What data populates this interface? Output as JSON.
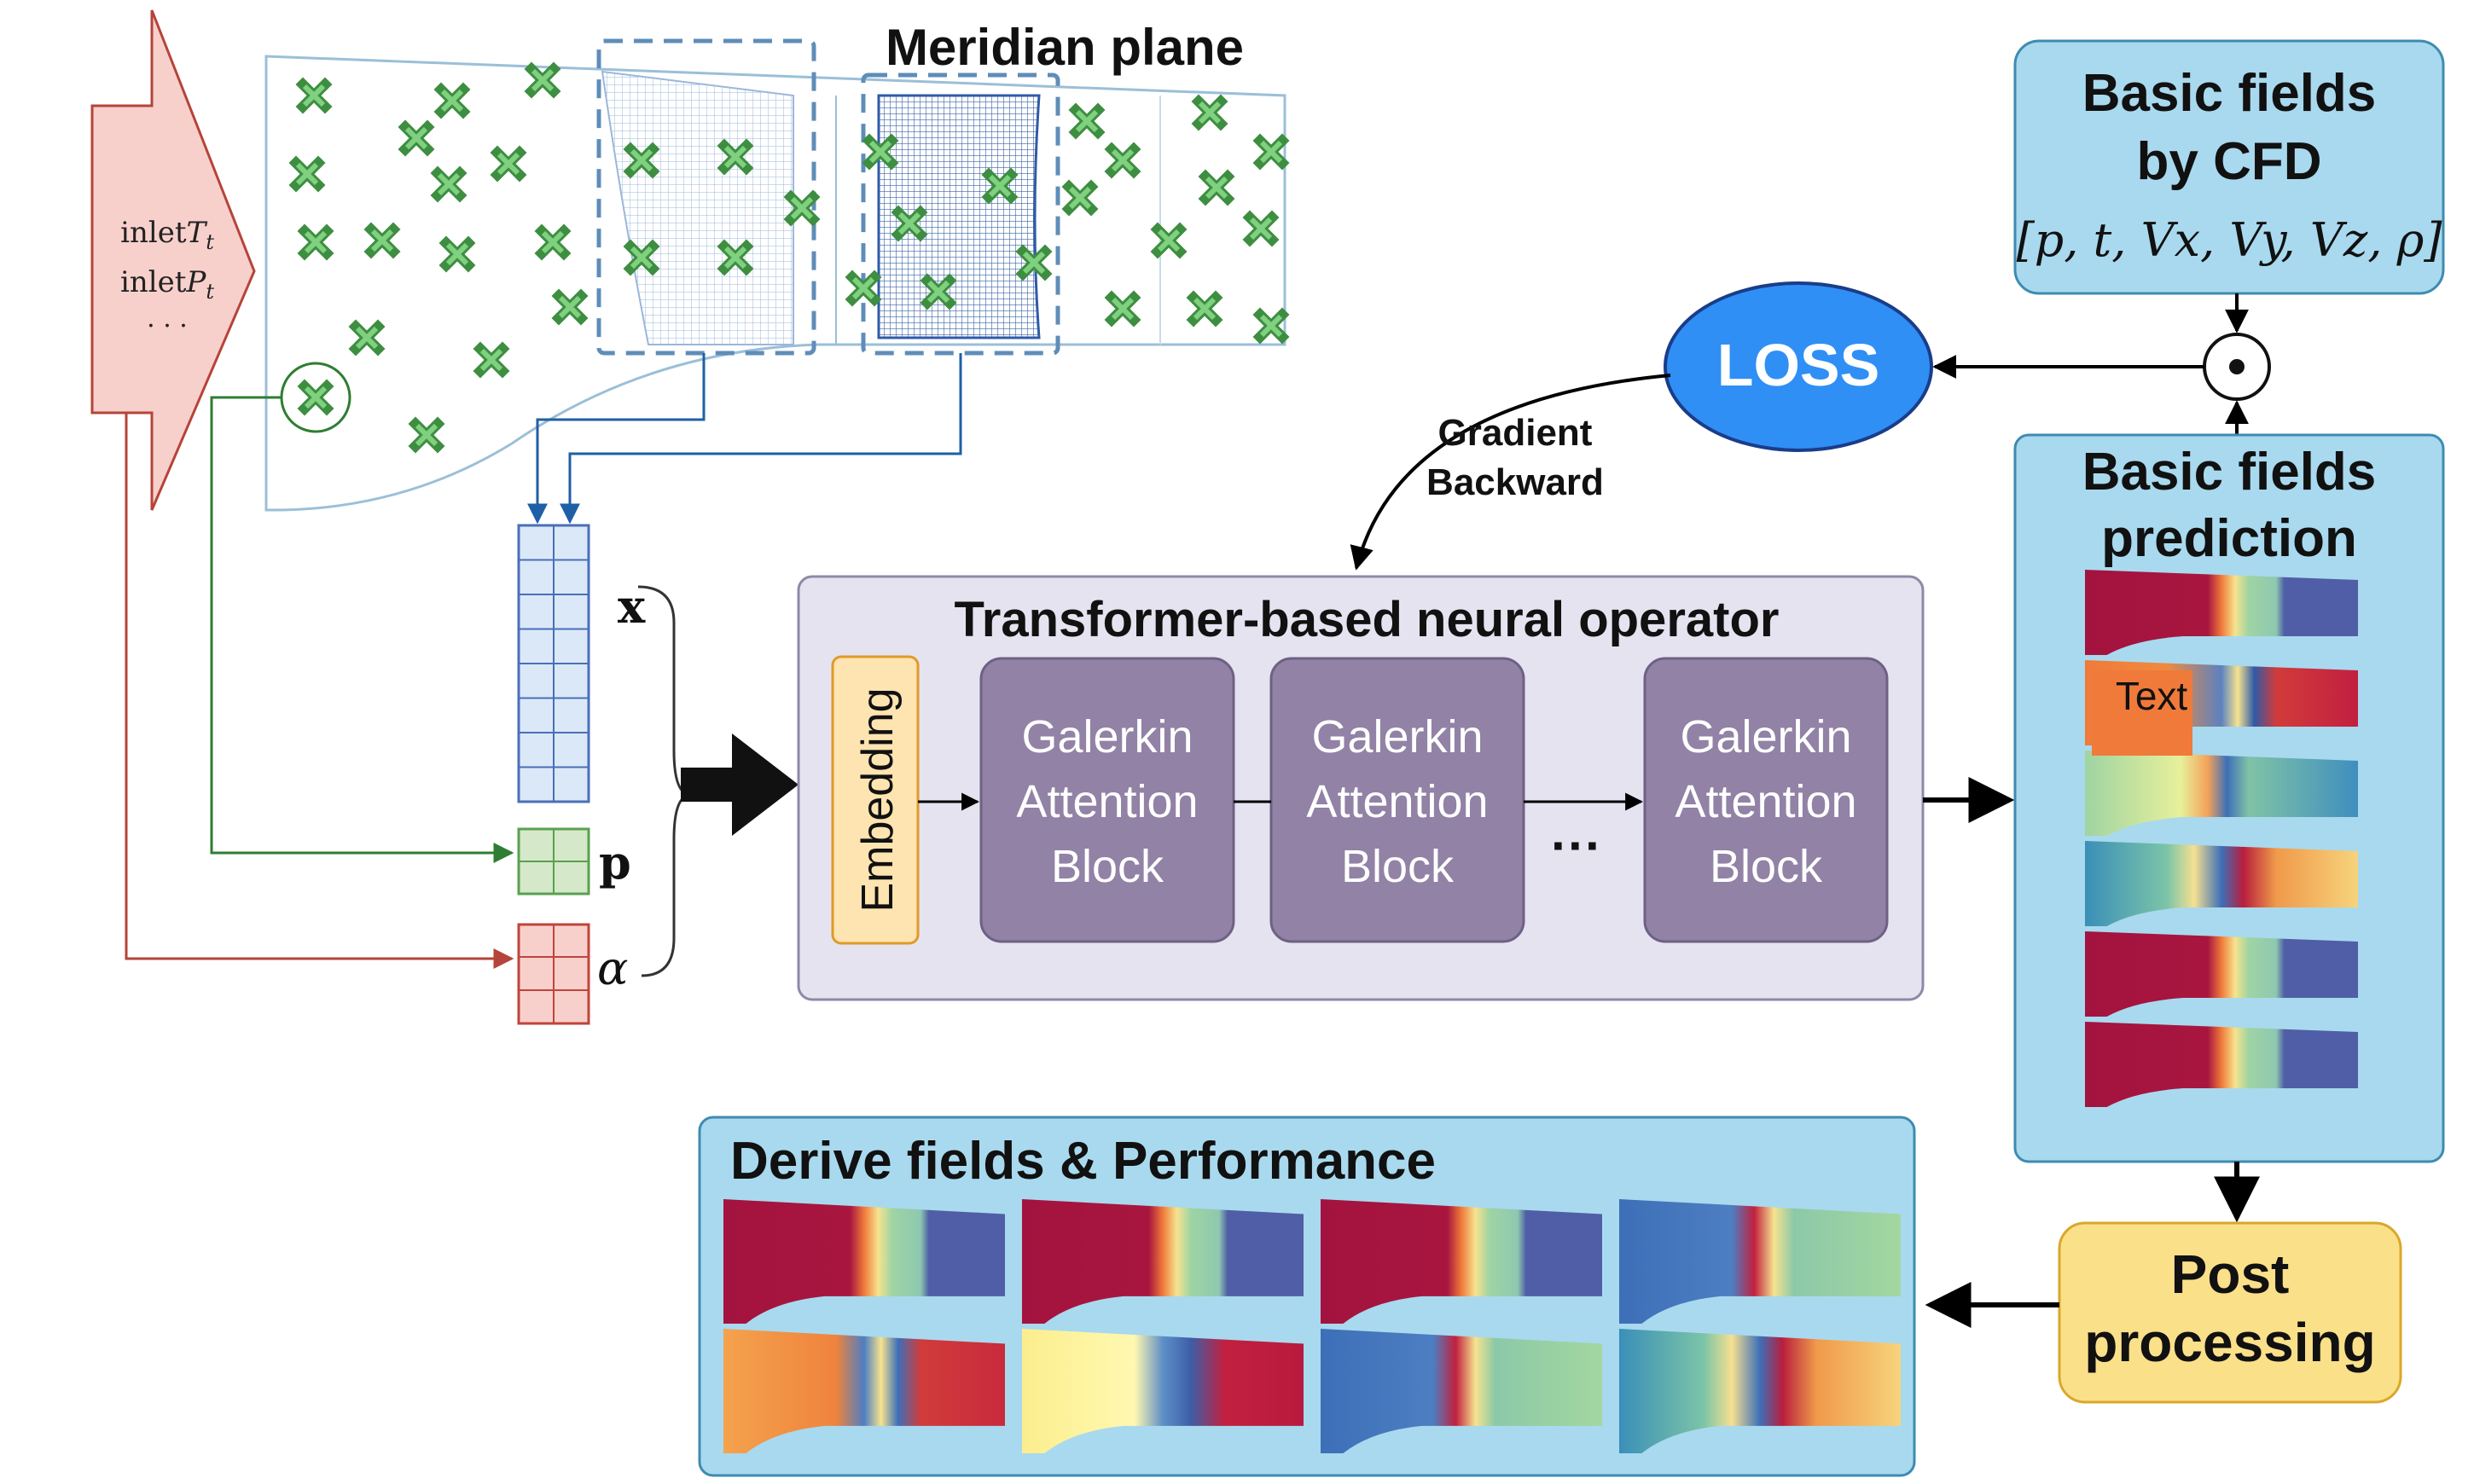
{
  "meridian": {
    "title": "Meridian plane"
  },
  "inlet": {
    "line1": "inlet",
    "sub1": "t",
    "var1": "T",
    "line2": "inlet",
    "var2": "P",
    "sub2": "t",
    "line3": "· · ·"
  },
  "vars": {
    "x": "x",
    "p": "p",
    "alpha": "α"
  },
  "operator": {
    "title": "Transformer-based neural operator",
    "embedding": "Embedding",
    "block1": [
      "Galerkin",
      "Attention",
      "Block"
    ],
    "block2": [
      "Galerkin",
      "Attention",
      "Block"
    ],
    "block3": [
      "Galerkin",
      "Attention",
      "Block"
    ],
    "dots": "···"
  },
  "loss": {
    "label": "LOSS",
    "gradient_line1": "Gradient",
    "gradient_line2": "Backward"
  },
  "cfd": {
    "line1": "Basic fields",
    "line2": "by CFD",
    "formula": "[p, t, Vx, Vy, Vz, ρ]"
  },
  "prediction": {
    "line1": "Basic fields",
    "line2": "prediction",
    "overlay": "Text"
  },
  "post": {
    "line1": "Post",
    "line2": "processing"
  },
  "derive": {
    "title": "Derive fields & Performance"
  },
  "colors": {
    "light_blue_box": "#a9d9ee",
    "box_border": "#3e8bb0",
    "operator_bg": "#e6e3f0",
    "galerkin_fill": "#9182a6",
    "loss_fill": "#2f8ff5",
    "post_fill": "#fbe08a",
    "green_marker": "#5cb85c",
    "red_arrow": "#b5443a",
    "blue_arrow": "#1f5fa6",
    "green_arrow": "#2e7d32"
  }
}
